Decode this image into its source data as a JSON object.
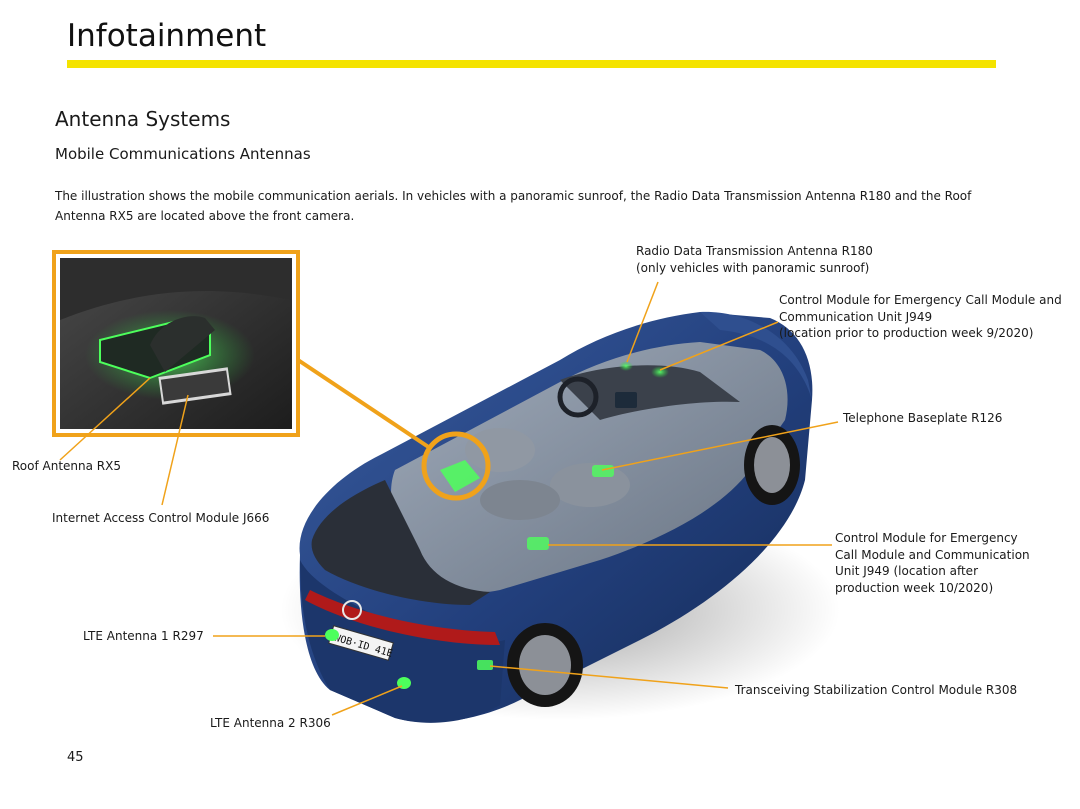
{
  "header": {
    "title": "Infotainment",
    "accent_color": "#f4e300"
  },
  "section": {
    "heading": "Antenna Systems",
    "subheading": "Mobile Communications Antennas",
    "intro": "The illustration shows the mobile communication aerials.  In vehicles with a panoramic sunroof, the Radio Data Transmission Antenna R180 and the Roof Antenna RX5 are located above the front camera."
  },
  "callouts": {
    "r180": "Radio Data Transmission Antenna R180\n(only vehicles with panoramic sunroof)",
    "j949_prior": "Control Module for Emergency Call Module and\nCommunication Unit J949\n(location prior to production week 9/2020)",
    "r126": "Telephone Baseplate R126",
    "j949_after": "Control Module for Emergency\nCall Module and Communication\nUnit J949 (location after\nproduction week 10/2020)",
    "r308": "Transceiving Stabilization Control Module R308",
    "rx5": "Roof Antenna RX5",
    "j666": "Internet Access Control Module J666",
    "r297": "LTE Antenna 1 R297",
    "r306": "LTE Antenna 2 R306"
  },
  "vehicle": {
    "plate": "WOB·ID 41E",
    "body_color": "#1f3f78",
    "highlight_color": "#3dff55",
    "callout_color": "#f0a21a"
  },
  "footer": {
    "page_number": "45"
  }
}
